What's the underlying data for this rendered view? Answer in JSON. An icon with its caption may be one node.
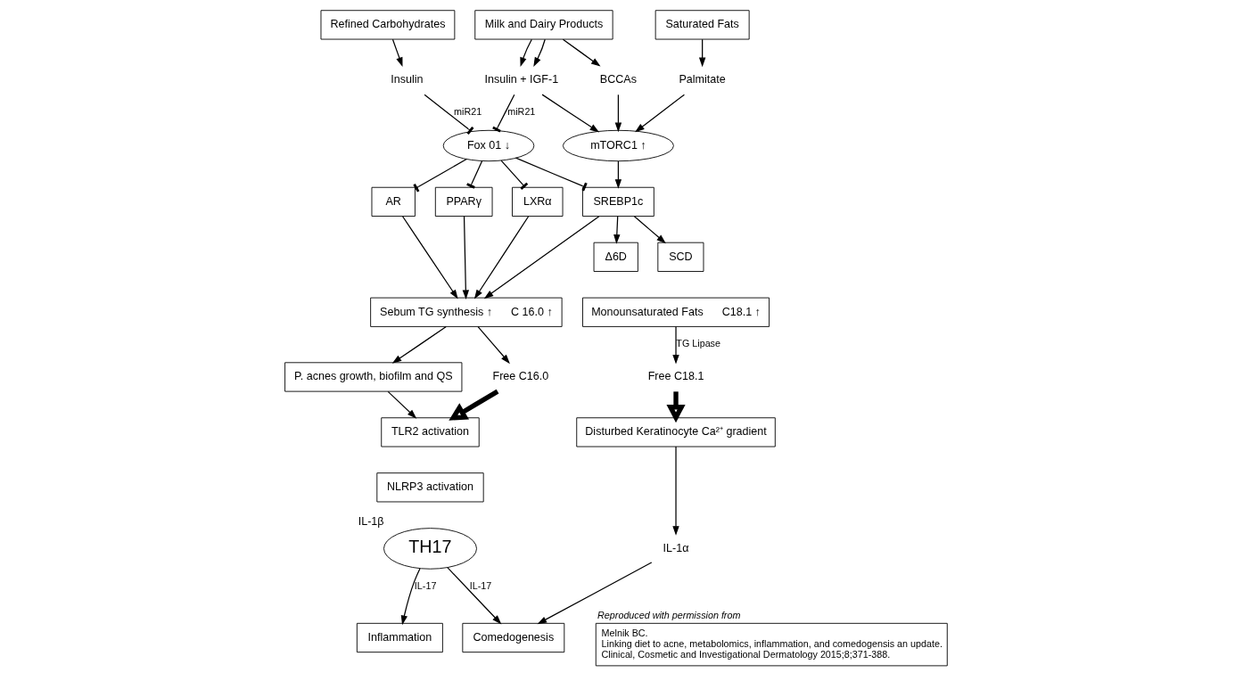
{
  "diagram": {
    "nodes": [
      {
        "text": [
          "Refined Carbohydrates"
        ]
      },
      {
        "text": [
          "Milk and Dairy Products"
        ]
      },
      {
        "text": [
          "Saturated Fats"
        ]
      },
      {
        "text": [
          "Insulin"
        ]
      },
      {
        "text": [
          "Insulin + IGF-1"
        ]
      },
      {
        "text": [
          "BCCAs"
        ]
      },
      {
        "text": [
          "Palmitate"
        ]
      },
      {
        "text": [
          "Fox 01 ↓"
        ]
      },
      {
        "text": [
          "mTORC1 ↑"
        ]
      },
      {
        "text": [
          "AR"
        ]
      },
      {
        "text": [
          "PPARγ"
        ]
      },
      {
        "text": [
          "LXRα"
        ]
      },
      {
        "text": [
          "SREBP1c"
        ]
      },
      {
        "text": [
          "Δ6D"
        ]
      },
      {
        "text": [
          "SCD"
        ]
      },
      {
        "text": [
          "Sebum TG synthesis ↑",
          "C 16.0 ↑"
        ]
      },
      {
        "text": [
          "Monounsaturated Fats",
          "C18.1 ↑"
        ]
      },
      {
        "text": [
          "P. acnes growth, biofilm and QS"
        ]
      },
      {
        "text": [
          "Free C16.0"
        ]
      },
      {
        "text": [
          "Free C18.1"
        ]
      },
      {
        "text": [
          "TLR2 activation"
        ]
      },
      {
        "text": [
          "Disturbed Keratinocyte Ca²⁺ gradient"
        ]
      },
      {
        "text": [
          "NLRP3 activation"
        ]
      },
      {
        "text": [
          "TH17"
        ],
        "beside": [
          "IL-1β"
        ]
      },
      {
        "text": [
          "IL-1α"
        ]
      },
      {
        "text": [
          "Inflammation"
        ]
      },
      {
        "text": [
          "Comedogenesis"
        ]
      },
      {
        "text": [
          "Reproduced with permission from",
          "Melnik BC.",
          "Linking diet to acne, metabolomics, inflammation, and comedogensis an update.",
          "Clinical, Cosmetic and Investigational Dermatology 2015;8;371-388."
        ]
      }
    ],
    "edges": [
      {
        "from": 0,
        "to": 3,
        "arrow": "to"
      },
      {
        "from": 1,
        "to": 4,
        "arrow": "to"
      },
      {
        "from": 1,
        "to": 4,
        "arrow": "to"
      },
      {
        "from": 1,
        "to": 5,
        "arrow": "to"
      },
      {
        "from": 2,
        "to": 6,
        "arrow": "to"
      },
      {
        "from": 3,
        "to": 7,
        "arrow": "other",
        "label": "miR21"
      },
      {
        "from": 4,
        "to": 7,
        "arrow": "other",
        "label": "miR21"
      },
      {
        "from": 4,
        "to": 8,
        "arrow": "to"
      },
      {
        "from": 5,
        "to": 8,
        "arrow": "to"
      },
      {
        "from": 6,
        "to": 8,
        "arrow": "to"
      },
      {
        "from": 7,
        "to": 9,
        "arrow": "other"
      },
      {
        "from": 7,
        "to": 10,
        "arrow": "other"
      },
      {
        "from": 7,
        "to": 11,
        "arrow": "other"
      },
      {
        "from": 7,
        "to": 12,
        "arrow": "other"
      },
      {
        "from": 8,
        "to": 12,
        "arrow": "to"
      },
      {
        "from": 12,
        "to": 13,
        "arrow": "to"
      },
      {
        "from": 12,
        "to": 14,
        "arrow": "to"
      },
      {
        "from": 9,
        "to": 15,
        "arrow": "to"
      },
      {
        "from": 10,
        "to": 15,
        "arrow": "to"
      },
      {
        "from": 11,
        "to": 15,
        "arrow": "to"
      },
      {
        "from": 12,
        "to": 15,
        "arrow": "to"
      },
      {
        "from": 15,
        "to": 17,
        "arrow": "to"
      },
      {
        "from": 15,
        "to": 18,
        "arrow": "to"
      },
      {
        "from": 16,
        "to": 19,
        "arrow": "to",
        "label": "TG Lipase"
      },
      {
        "from": 18,
        "to": 20,
        "arrow": "to",
        "style": "thick"
      },
      {
        "from": 19,
        "to": 21,
        "arrow": "to",
        "style": "thick"
      },
      {
        "from": 17,
        "to": 20,
        "arrow": "to"
      },
      {
        "from": 21,
        "to": 24,
        "arrow": "to"
      },
      {
        "from": 23,
        "to": 25,
        "arrow": "to",
        "label": "IL-17"
      },
      {
        "from": 23,
        "to": 26,
        "arrow": "to",
        "label": "IL-17"
      },
      {
        "from": 24,
        "to": 26,
        "arrow": "to"
      }
    ]
  }
}
